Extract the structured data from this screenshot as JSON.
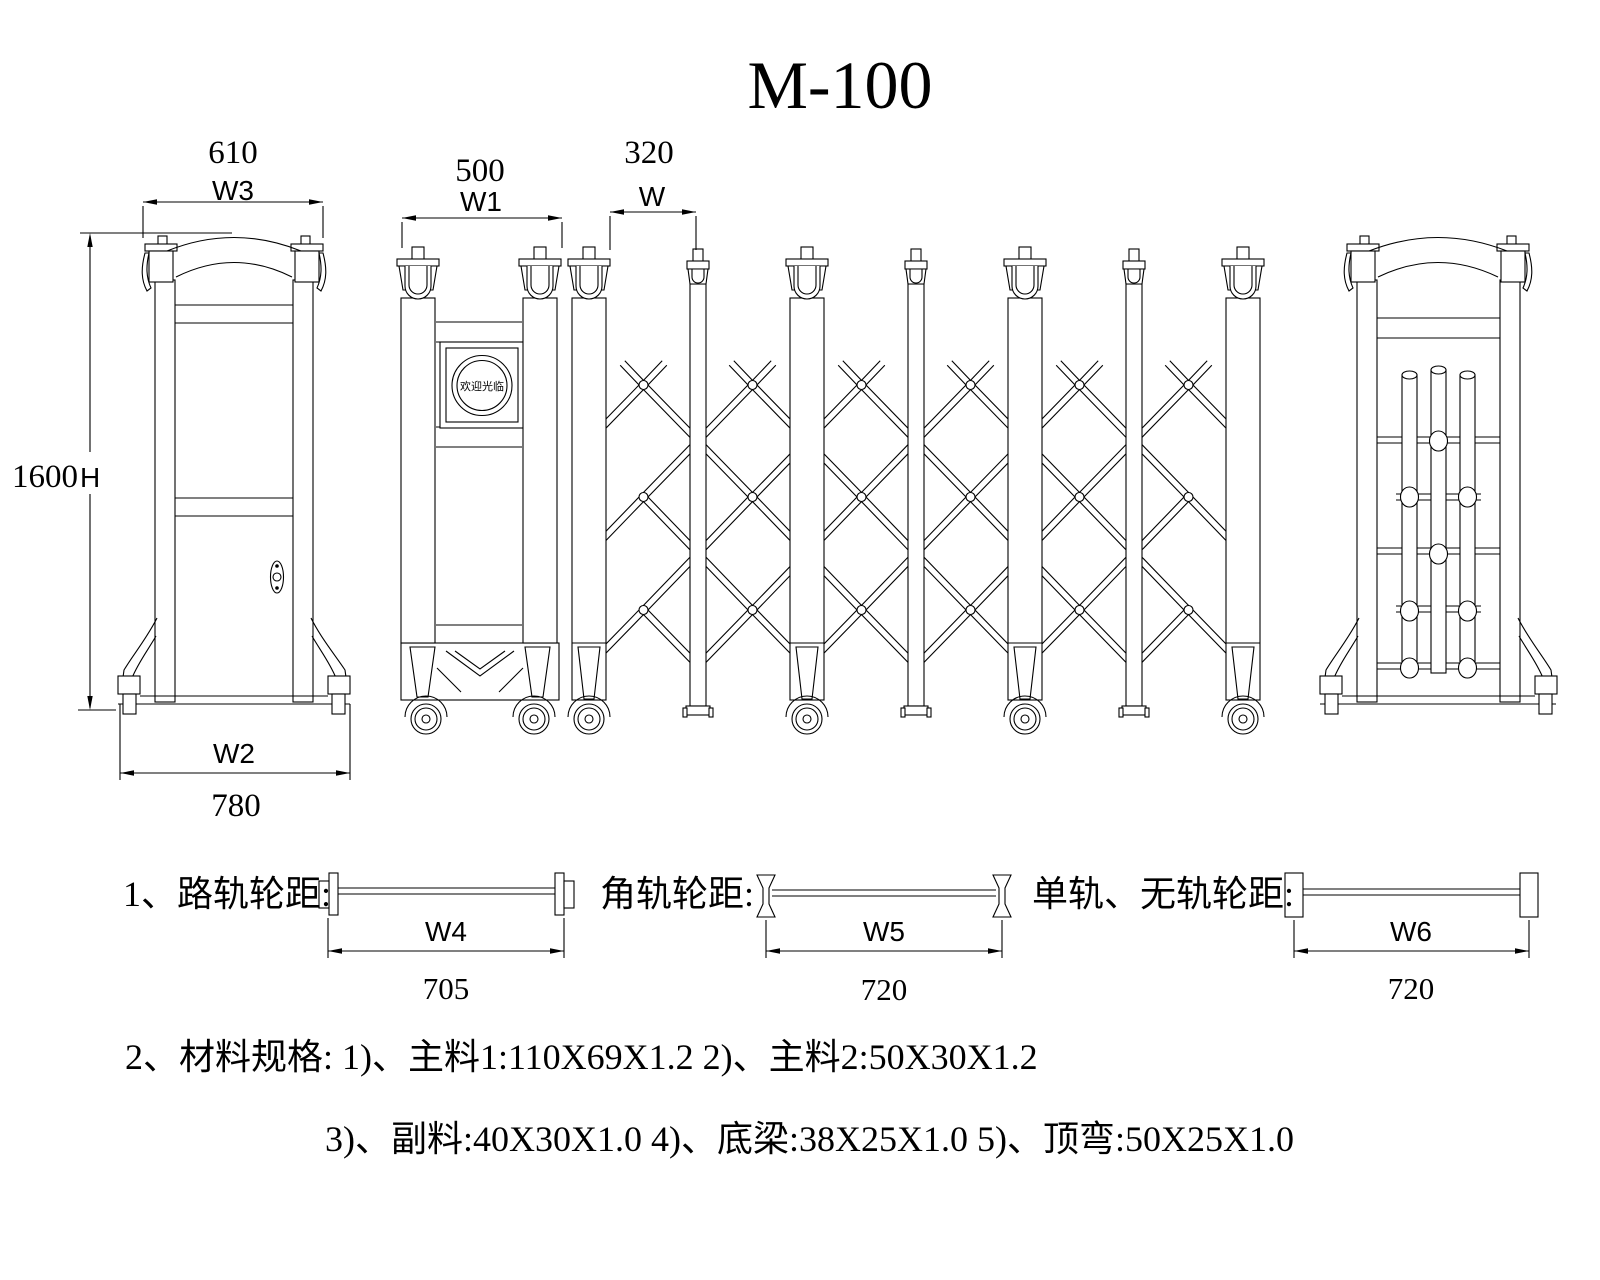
{
  "title": "M-100",
  "left_view": {
    "dim_top_value": "610",
    "dim_top_label": "W3",
    "dim_height_value": "1600",
    "dim_height_label": "H",
    "dim_bottom_label": "W2",
    "dim_bottom_value": "780"
  },
  "front_view": {
    "dim_value": "500",
    "dim_label": "W1",
    "panel_text": "欢迎光临"
  },
  "pitch_dim": {
    "value": "320",
    "label": "W"
  },
  "tracks": [
    {
      "label": "1、路轨轮距:",
      "dim_label": "W4",
      "dim_value": "705"
    },
    {
      "label": "角轨轮距:",
      "dim_label": "W5",
      "dim_value": "720"
    },
    {
      "label": "单轨、无轨轮距:",
      "dim_label": "W6",
      "dim_value": "720"
    }
  ],
  "specs": {
    "line1": "2、材料规格: 1)、主料1:110X69X1.2    2)、主料2:50X30X1.2",
    "line2": "3)、副料:40X30X1.0   4)、底梁:38X25X1.0   5)、顶弯:50X25X1.0"
  },
  "colors": {
    "line": "#000000",
    "background": "#ffffff"
  }
}
